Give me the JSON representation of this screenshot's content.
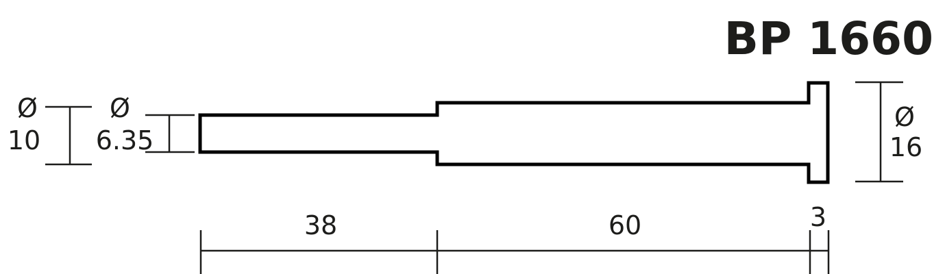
{
  "title": "BP 1660",
  "colors": {
    "outline": "#000000",
    "dimension": "#1d1d1b",
    "background": "#ffffff"
  },
  "diameters": {
    "d10": {
      "symbol": "Ø",
      "value": "10"
    },
    "d635": {
      "symbol": "Ø",
      "value": "6.35"
    },
    "d16": {
      "symbol": "Ø",
      "value": "16"
    }
  },
  "lengths": {
    "l38": "38",
    "l60": "60",
    "l3": "3"
  }
}
